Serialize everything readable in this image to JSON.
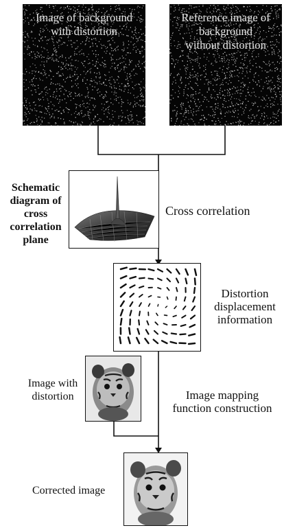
{
  "panels": {
    "distorted_background": {
      "title_lines": [
        "Image of background",
        "with distortion"
      ]
    },
    "reference_background": {
      "title_lines": [
        "Reference image of",
        "background",
        "without distortion"
      ]
    }
  },
  "steps": {
    "cross_correlation_diagram_label": [
      "Schematic",
      "diagram of",
      "cross",
      "correlation",
      "plane"
    ],
    "cross_correlation": "Cross correlation",
    "displacement_info": [
      "Distortion",
      "displacement",
      "information"
    ],
    "image_with_distortion": [
      "Image with",
      "distortion"
    ],
    "mapping_function": [
      "Image mapping",
      "function construction"
    ],
    "corrected_image": "Corrected image"
  },
  "colors": {
    "panel_bg": "#050505",
    "line": "#111111",
    "speckle": "#bdbdbd"
  }
}
